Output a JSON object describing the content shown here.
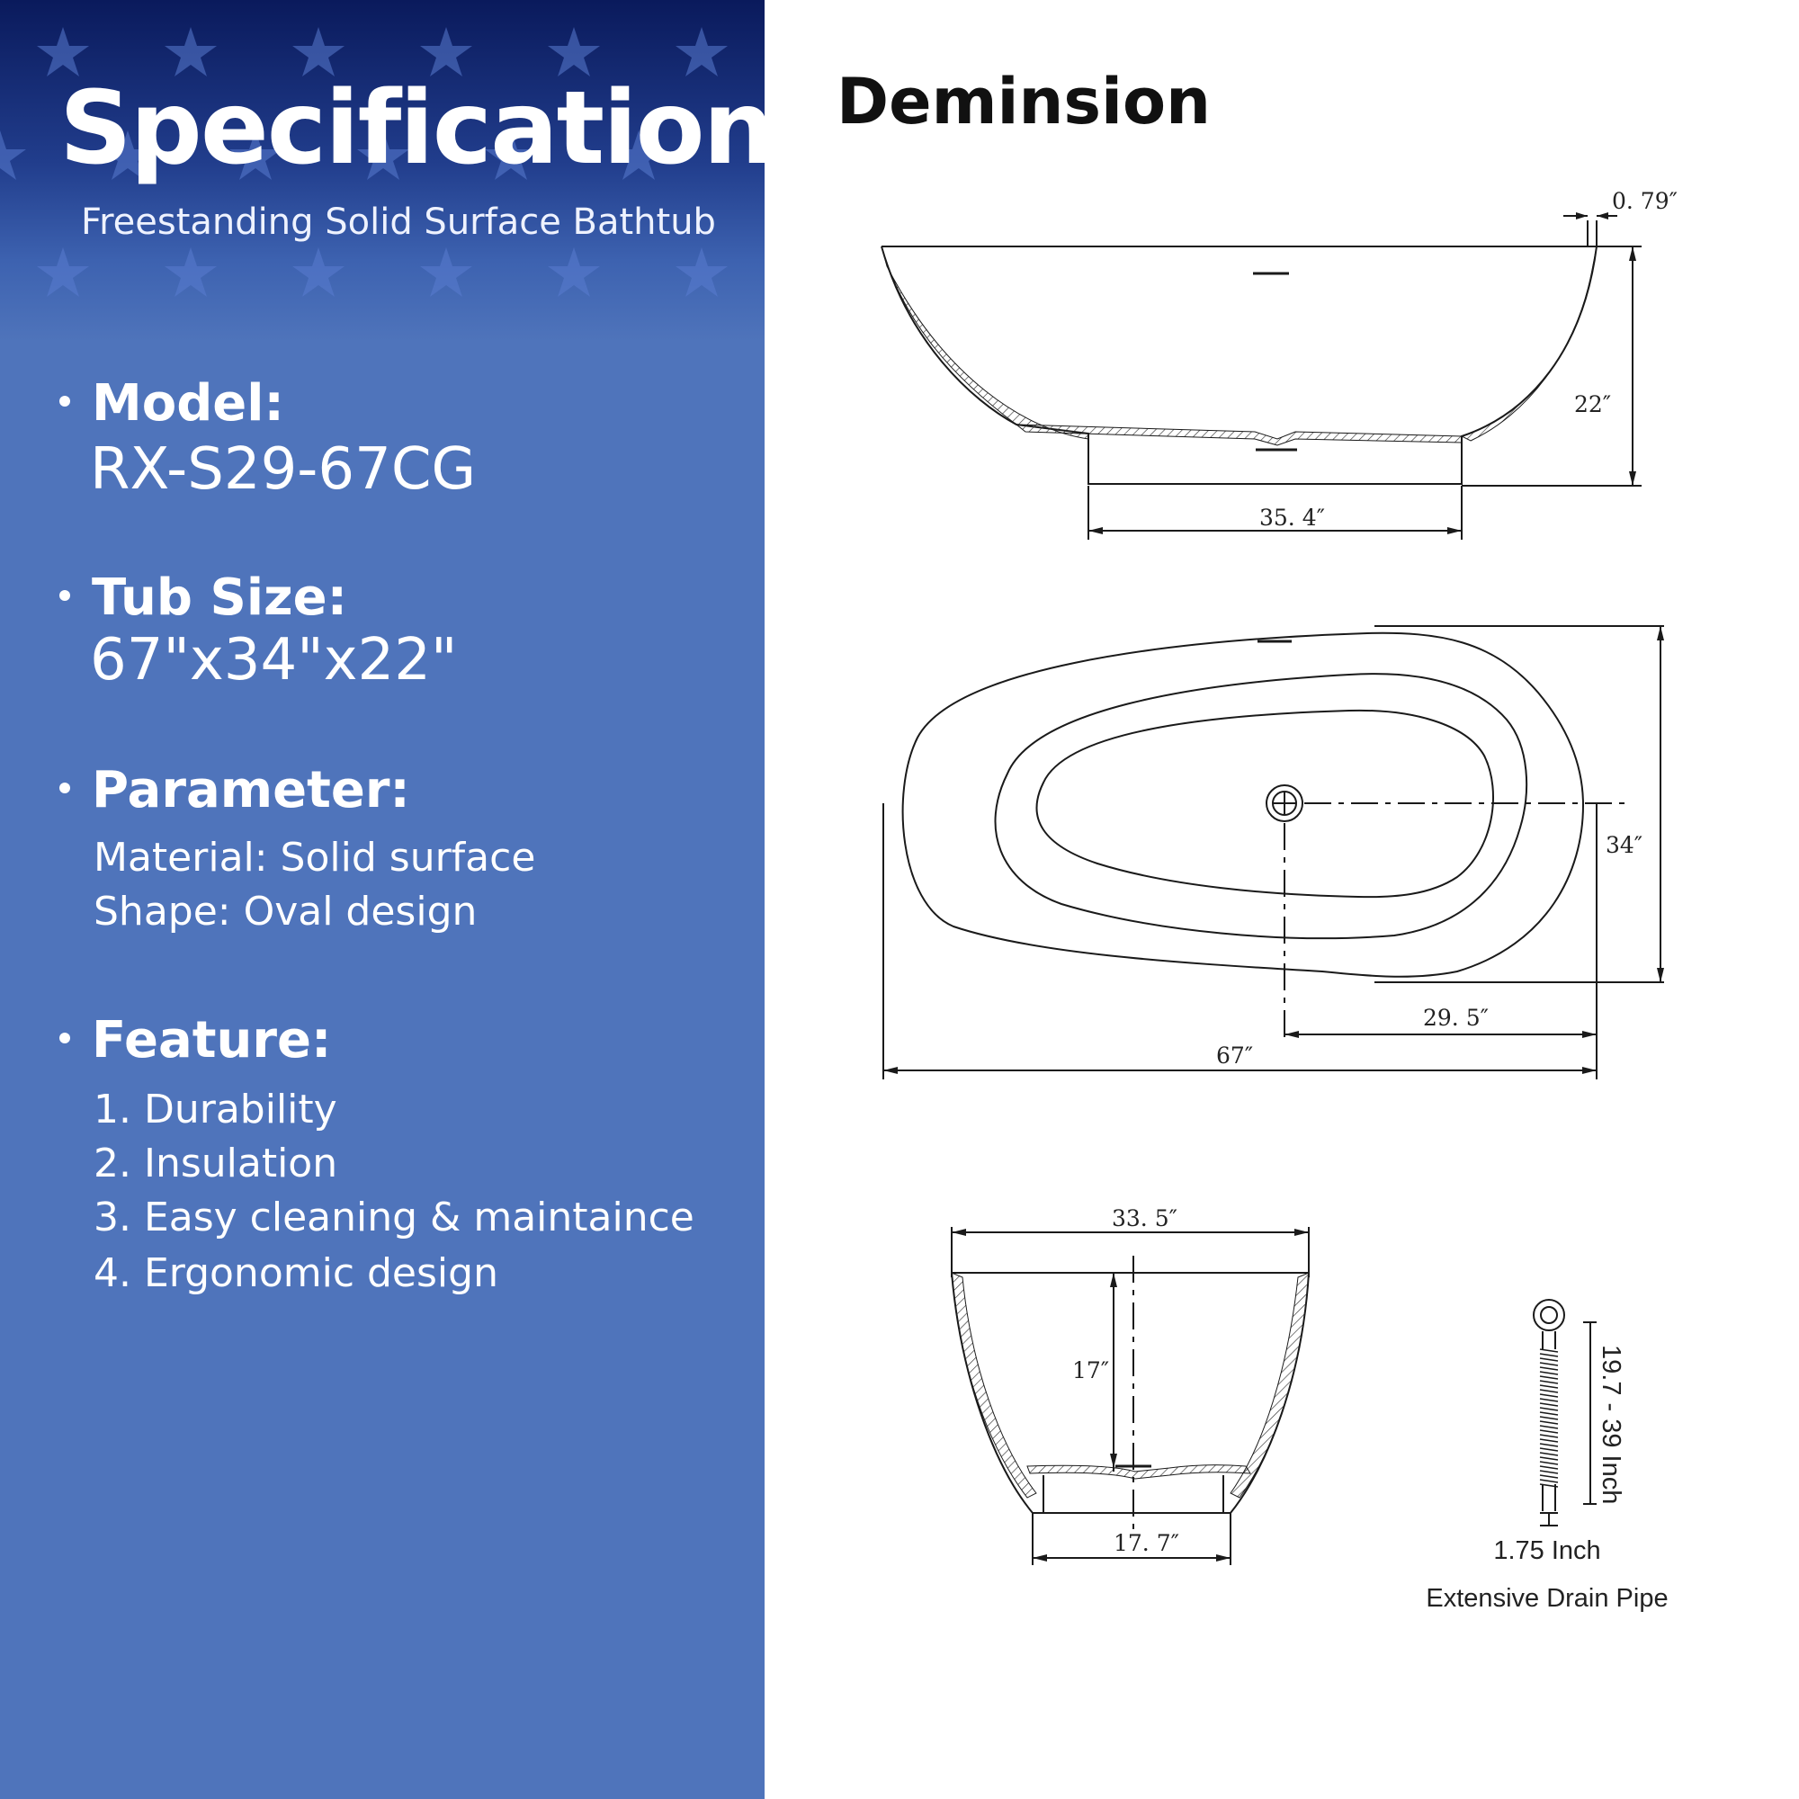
{
  "spec": {
    "title": "Specification",
    "subtitle": "Freestanding Solid Surface Bathtub",
    "model_heading": "Model:",
    "model_value": "RX-S29-67CG",
    "tubsize_heading": "Tub Size:",
    "tubsize_value": "67\"x34\"x22\"",
    "parameter_heading": "Parameter:",
    "material": "Material: Solid surface",
    "shape": "Shape: Oval design",
    "feature_heading": "Feature:",
    "features": [
      "1. Durability",
      "2. Insulation",
      "3. Easy cleaning & maintaince",
      "4. Ergonomic design"
    ]
  },
  "dimension": {
    "title": "Deminsion",
    "side_view": {
      "rim": "0. 79″",
      "height": "22″",
      "base_width": "35. 4″"
    },
    "top_view": {
      "width": "34″",
      "drain_offset": "29. 5″",
      "length": "67″"
    },
    "end_view": {
      "top_width": "33. 5″",
      "depth": "17″",
      "base_width": "17. 7″"
    },
    "drain_pipe": {
      "length": "19.7 - 39 Inch",
      "diameter": "1.75 Inch",
      "label": "Extensive Drain Pipe"
    }
  },
  "colors": {
    "panel": "#4f74bb",
    "panel_top": "#0a1a5c",
    "line": "#1a1a1a"
  }
}
